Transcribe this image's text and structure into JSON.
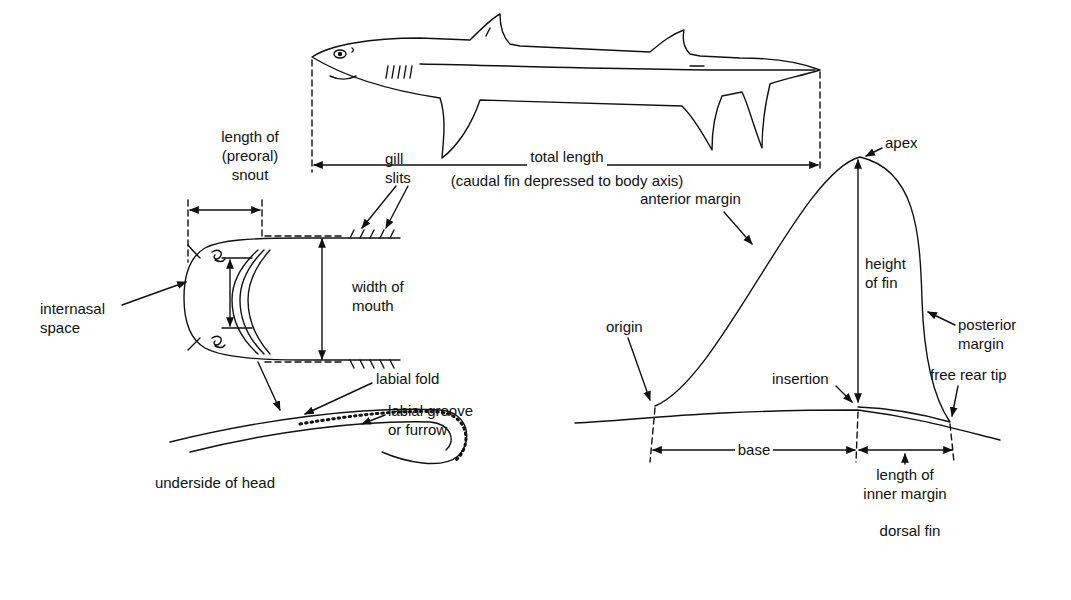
{
  "diagram": {
    "labels": [
      "total length",
      "(caudal fin depressed to body axis)",
      "length of (preoral) snout",
      "gill slits",
      "width of mouth",
      "internasal space",
      "labial fold",
      "labial groove or furrow",
      "underside of head",
      "anterior margin",
      "apex",
      "origin",
      "height of fin",
      "posterior margin",
      "free rear tip",
      "insertion",
      "base",
      "length of inner margin",
      "dorsal fin"
    ]
  }
}
